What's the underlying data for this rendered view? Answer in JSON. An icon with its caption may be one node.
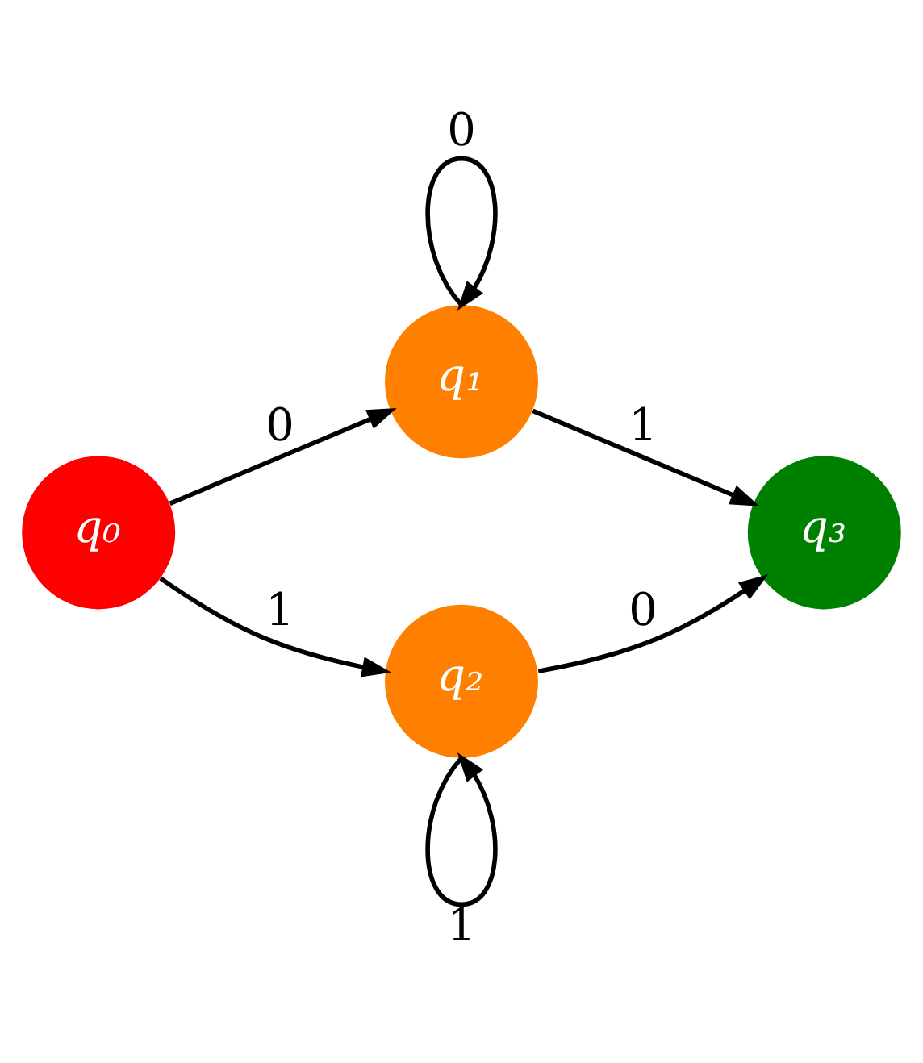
{
  "diagram": {
    "nodes": [
      {
        "text": [
          "q₀"
        ]
      },
      {
        "text": [
          "q₁"
        ]
      },
      {
        "text": [
          "q₂"
        ]
      },
      {
        "text": [
          "q₃"
        ]
      }
    ],
    "edges": [
      {
        "from": 0,
        "to": 1,
        "arrow": "to",
        "label": "0"
      },
      {
        "from": 0,
        "to": 2,
        "arrow": "to",
        "label": "1"
      },
      {
        "from": 1,
        "to": 3,
        "arrow": "to",
        "label": "1"
      },
      {
        "from": 2,
        "to": 3,
        "arrow": "to",
        "label": "0"
      },
      {
        "from": 1,
        "to": 1,
        "arrow": "to",
        "label": "0"
      },
      {
        "from": 2,
        "to": 2,
        "arrow": "to",
        "label": "1"
      }
    ]
  }
}
